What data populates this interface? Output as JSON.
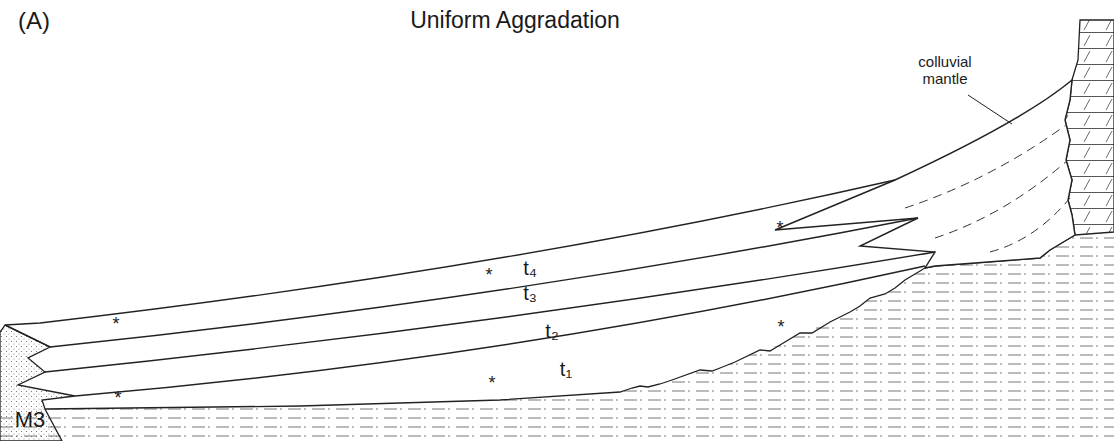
{
  "diagram": {
    "title": "Uniform Aggradation",
    "labels": [
      "(A)",
      "colluvial mantle",
      "*",
      "t₄",
      "*",
      "t₃",
      "t₂",
      "*",
      "*",
      "t₁",
      "*",
      "*",
      "M3"
    ]
  }
}
